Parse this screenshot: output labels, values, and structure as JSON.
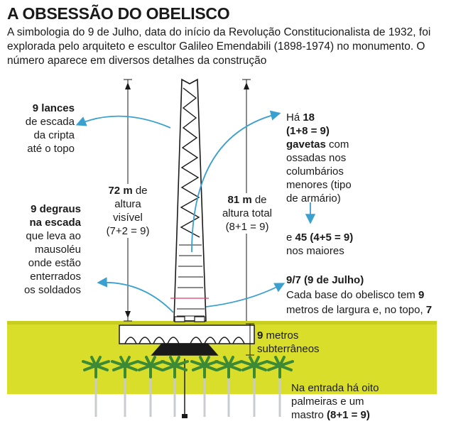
{
  "title": "A OBSESSÃO DO OBELISCO",
  "intro": "A simbologia do 9 de Julho, data do início da Revolução Constitucionalista de 1932, foi explorada pelo arquiteto e escultor Galileo Emendabili (1898-1974) no monumento. O número aparece em diversos detalhes da construção",
  "annotations": {
    "lances": {
      "bold": "9 lances",
      "l1": "de escada",
      "l2": "da cripta",
      "l3": "até o topo"
    },
    "degraus": {
      "b1": "9 degraus",
      "b2": "na escada",
      "l1": "que leva ao",
      "l2": "mausoléu",
      "l3": "onde estão",
      "l4": "enterrados",
      "l5": "os soldados"
    },
    "altura_visivel": {
      "bold": "72 m",
      "t1": " de",
      "l1": "altura",
      "l2": "visível",
      "l3": "(7+2 = 9)"
    },
    "altura_total": {
      "bold": "81 m",
      "t1": " de",
      "l1": "altura total",
      "l2": "(8+1 = 9)"
    },
    "gavetas": {
      "t0": "Há ",
      "b0": "18",
      "b1": "(1+8 = 9)",
      "b2": "gavetas",
      "t2": " com",
      "l3": "ossadas nos",
      "l4": "columbários",
      "l5": "menores (tipo",
      "l6": "de armário)"
    },
    "maiores": {
      "t0": "e ",
      "b0": "45 (4+5 = 9)",
      "l1": "nos maiores"
    },
    "base": {
      "bold": "9/7 (9 de Julho)",
      "l1a": "Cada base do obelisco tem ",
      "l1b": "9",
      "l2a": "metros de largura e, no topo, ",
      "l2b": "7"
    },
    "subterraneos": {
      "bold": "9",
      "t1": " metros",
      "l1": "subterrâneos"
    },
    "entrada": {
      "l1": "Na entrada há oito",
      "l2": "palmeiras e um",
      "l3a": "mastro ",
      "l3b": "(8+1 = 9)"
    }
  },
  "colors": {
    "accent": "#3aa0d0",
    "ground": "#d8de2a",
    "ink": "#1a1a1a",
    "palm": "#3d8a36"
  },
  "icons": [
    "obelisk",
    "palm-tree",
    "arrow"
  ]
}
